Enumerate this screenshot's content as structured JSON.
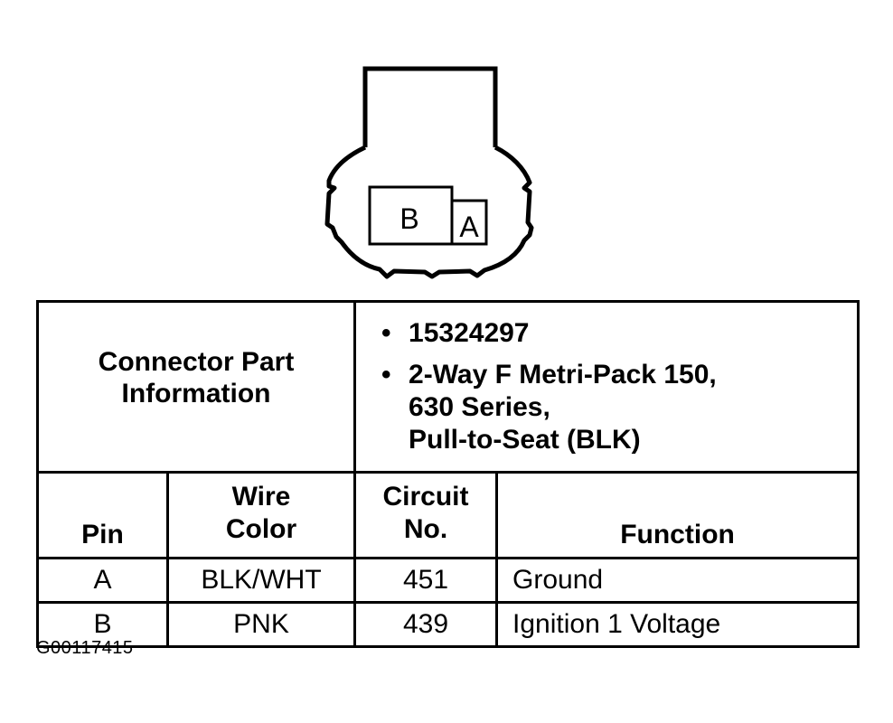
{
  "connector": {
    "pins": [
      "B",
      "A"
    ]
  },
  "part_info": {
    "label_line1": "Connector Part",
    "label_line2": "Information",
    "bullet": "•",
    "part_number": "15324297",
    "desc_line1": "2-Way F Metri-Pack 150,",
    "desc_line2": "630 Series,",
    "desc_line3": "Pull-to-Seat (BLK)"
  },
  "headers": {
    "pin": "Pin",
    "wire_line1": "Wire",
    "wire_line2": "Color",
    "circuit_line1": "Circuit",
    "circuit_line2": "No.",
    "function": "Function"
  },
  "rows": [
    {
      "pin": "A",
      "wire_color": "BLK/WHT",
      "circuit": "451",
      "function": "Ground"
    },
    {
      "pin": "B",
      "wire_color": "PNK",
      "circuit": "439",
      "function": "Ignition 1 Voltage"
    }
  ],
  "figure_id": "G00117415"
}
